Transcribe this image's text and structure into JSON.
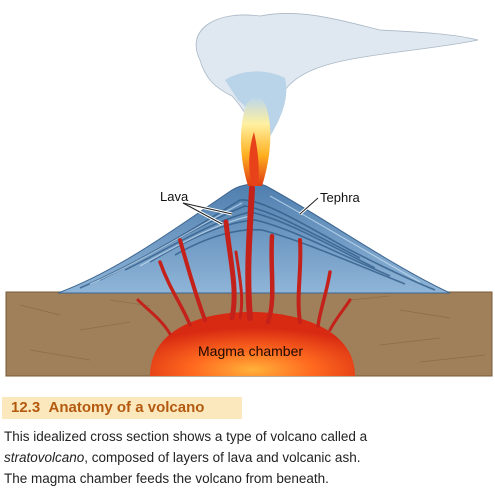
{
  "diagram": {
    "labels": {
      "lava": "Lava",
      "tephra": "Tephra",
      "magma_chamber": "Magma chamber"
    },
    "colors": {
      "mountain": "#6e9bc6",
      "mountain_dark": "#3e6e9e",
      "ground": "#9c7a55",
      "lava": "#c8201a",
      "magma": "#f0401a",
      "plume": "#c9dcea"
    }
  },
  "caption": {
    "figure_number": "12.3",
    "title": "Anatomy of a volcano",
    "line1": "This idealized cross section shows a type of volcano called a",
    "line2_term": "stratovolcano",
    "line2_rest": ", composed of layers of lava and volcanic ash.",
    "line3": "The magma chamber feeds the volcano from beneath."
  }
}
